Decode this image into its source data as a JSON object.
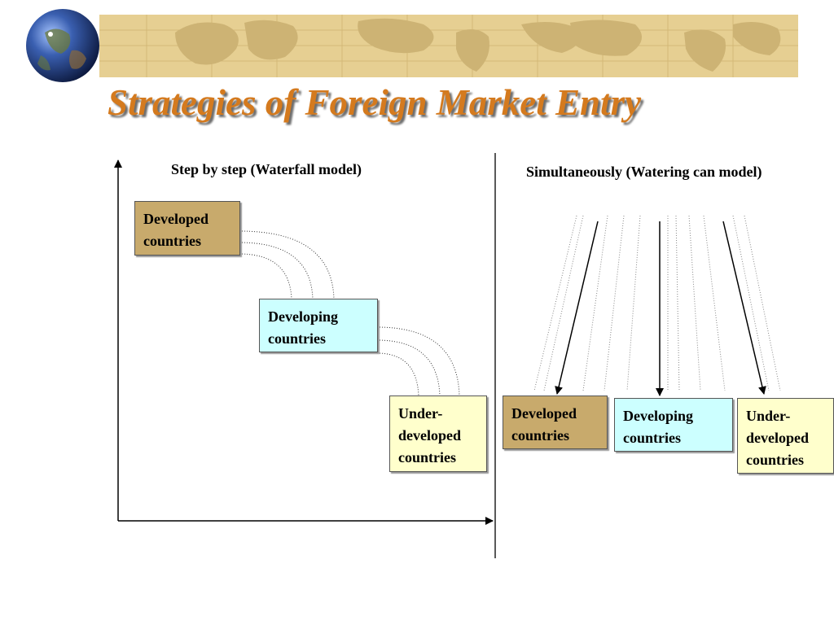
{
  "slide": {
    "title": "Strategies of Foreign Market Entry"
  },
  "left_model": {
    "heading": "Step by step (Waterfall model)",
    "boxes": [
      {
        "line1": "Developed",
        "line2": "countries"
      },
      {
        "line1": "Developing",
        "line2": "countries"
      },
      {
        "line1": "Under-",
        "line2": "developed",
        "line3": "countries"
      }
    ]
  },
  "right_model": {
    "heading": "Simultaneously (Watering can model)",
    "boxes": [
      {
        "line1": "Developed",
        "line2": "countries"
      },
      {
        "line1": "Developing",
        "line2": "countries"
      },
      {
        "line1": "Under-",
        "line2": "developed",
        "line3": "countries"
      }
    ]
  },
  "colors": {
    "title": "#d47a1e",
    "developed": "#c8aa6c",
    "developing": "#ccffff",
    "underdeveloped": "#ffffcc",
    "banner": "#e6cf92"
  }
}
